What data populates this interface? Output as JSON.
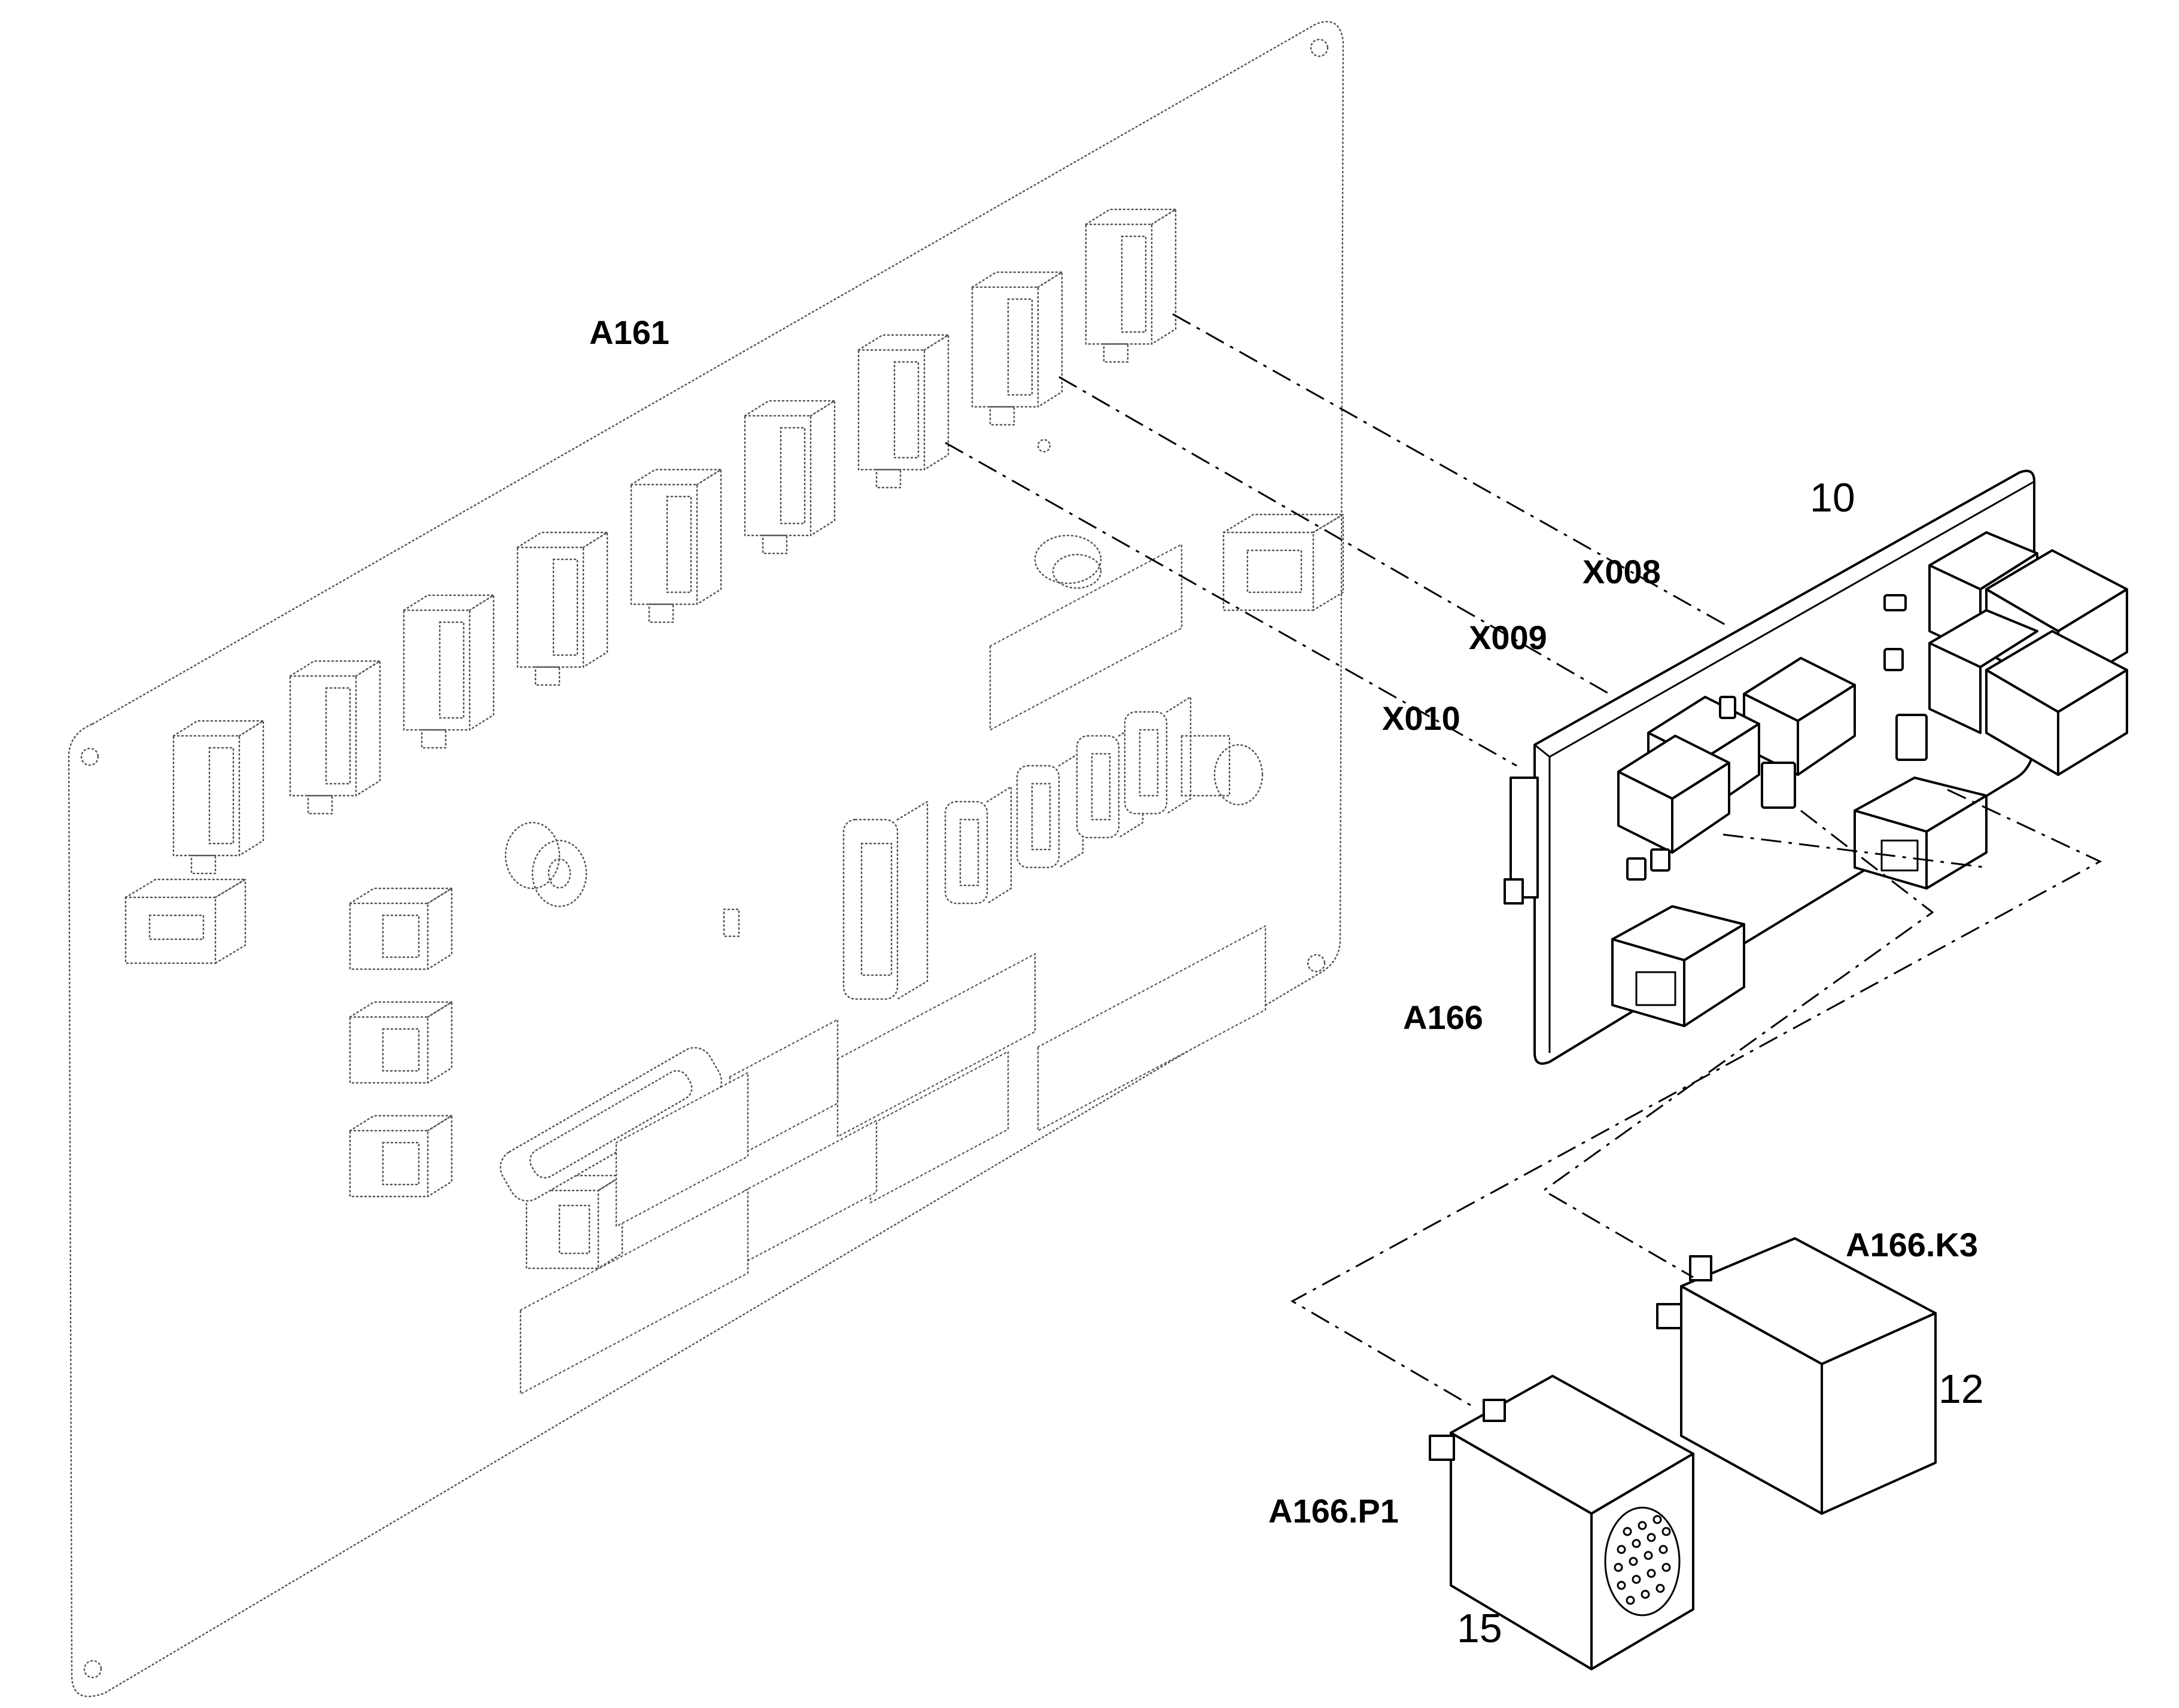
{
  "labels": {
    "main_board": "A161",
    "relay_board": "A166",
    "connector_1": "X008",
    "connector_2": "X009",
    "connector_3": "X010",
    "relay_component": "A166.K3",
    "indicator_component": "A166.P1"
  },
  "item_numbers": {
    "relay_board": "10",
    "relay_component": "12",
    "indicator_component": "15"
  }
}
